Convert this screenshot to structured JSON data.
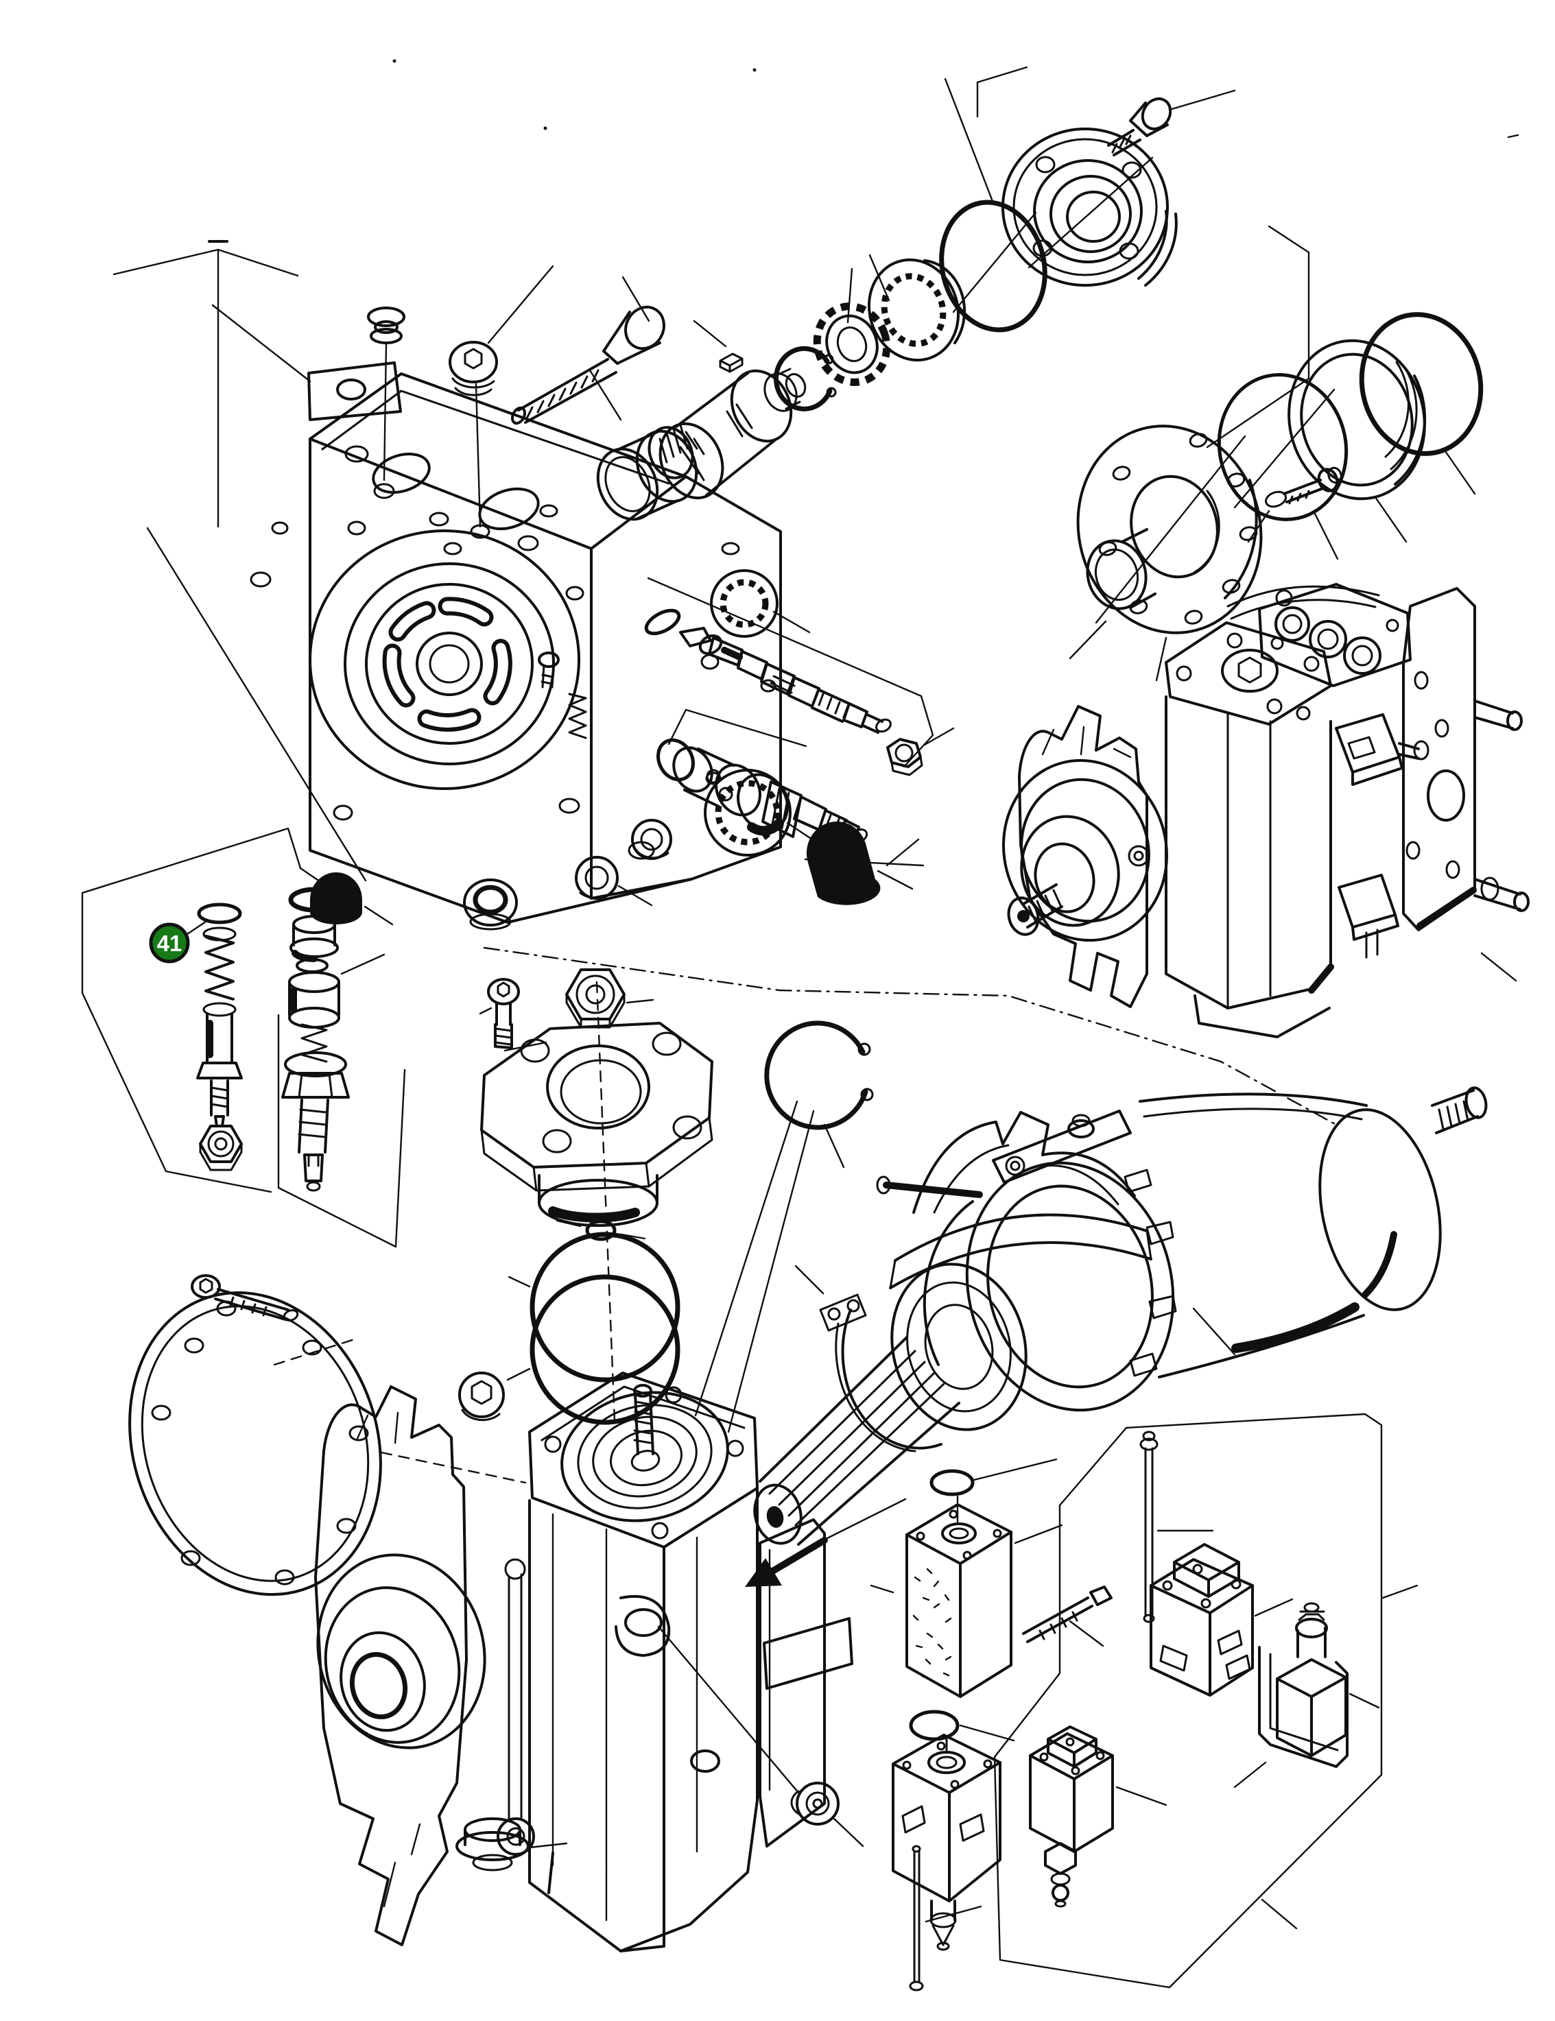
{
  "figure": {
    "kind": "exploded-parts-diagram",
    "subject": "hydraulic pump assembly",
    "background_color": "#ffffff",
    "line_color": "#101010"
  },
  "callout": {
    "label": "41",
    "fill_color": "#177a17",
    "ring_color": "#111111",
    "text_color": "#ffffff"
  }
}
